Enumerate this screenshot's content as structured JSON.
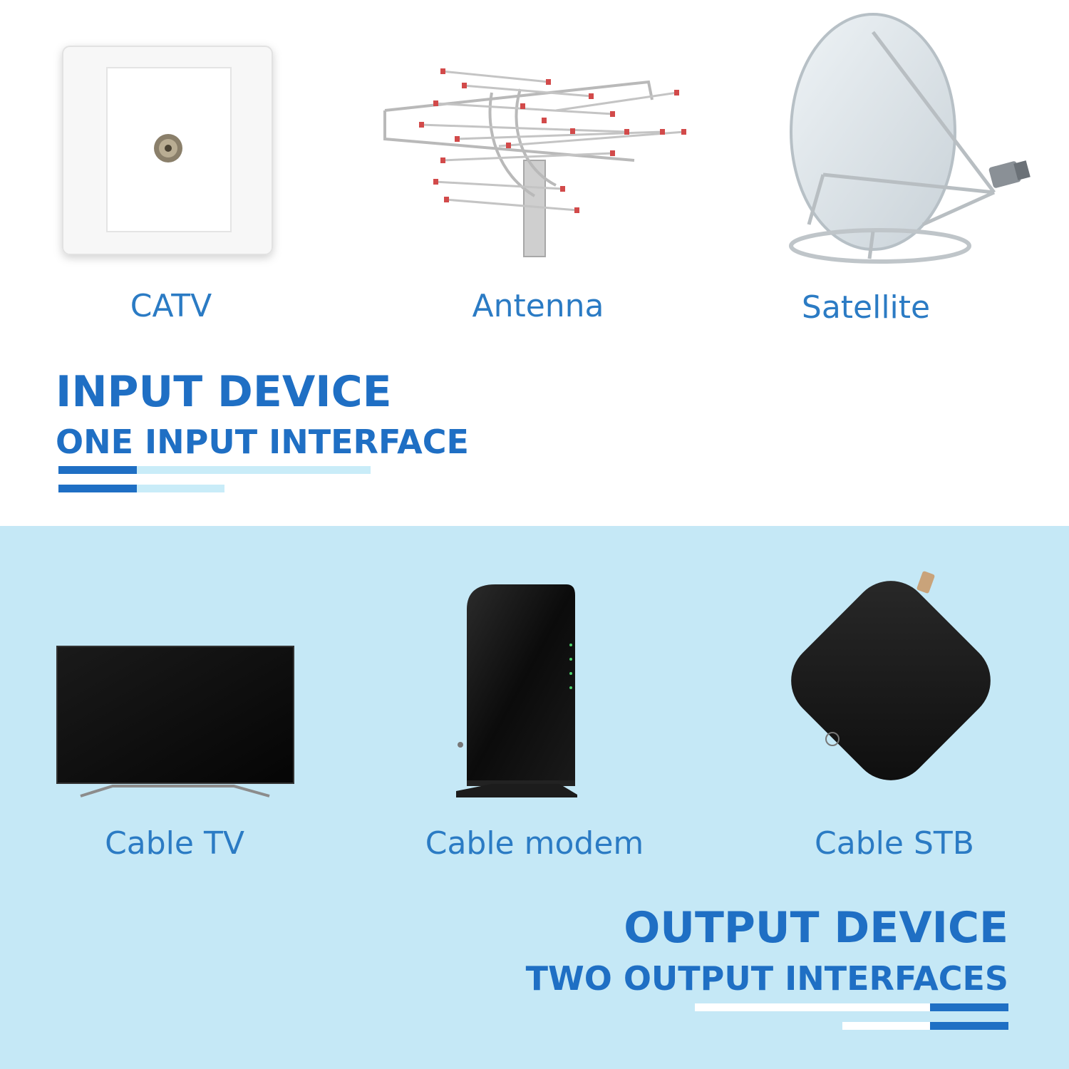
{
  "colors": {
    "accent": "#1f6fc4",
    "accent_light": "#c9ecf8",
    "bottom_bg": "#c5e8f6",
    "bar_white": "#ffffff"
  },
  "input_devices": [
    {
      "label": "CATV",
      "icon": "wall-socket-icon"
    },
    {
      "label": "Antenna",
      "icon": "tv-antenna-icon"
    },
    {
      "label": "Satellite",
      "icon": "satellite-dish-icon"
    }
  ],
  "input_heading": {
    "title": "INPUT DEVICE",
    "subtitle": "ONE INPUT INTERFACE"
  },
  "output_devices": [
    {
      "label": "Cable TV",
      "icon": "television-icon"
    },
    {
      "label": "Cable modem",
      "icon": "cable-modem-icon"
    },
    {
      "label": "Cable STB",
      "icon": "set-top-box-icon"
    }
  ],
  "output_heading": {
    "title": "OUTPUT DEVICE",
    "subtitle": "TWO OUTPUT INTERFACES"
  }
}
